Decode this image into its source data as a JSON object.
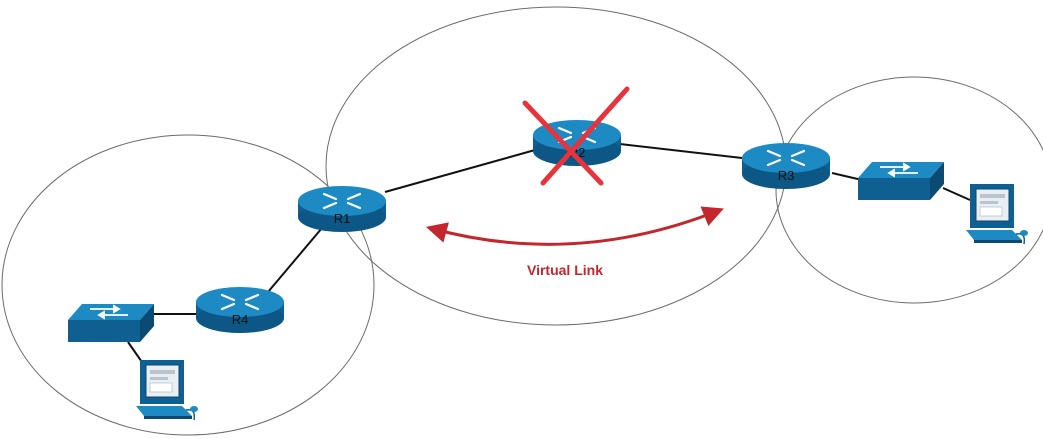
{
  "colors": {
    "device_top": "#1d8ac4",
    "device_side": "#0f5f91",
    "device_dark": "#0b4a72",
    "link": "#111111",
    "area_outline": "#6b6b6b",
    "virtual_link": "#c4262e",
    "failure_x": "#e8323c"
  },
  "routers": [
    {
      "id": "r1",
      "label": "R1",
      "icon": "router-icon"
    },
    {
      "id": "r2",
      "label": "R2",
      "icon": "router-icon",
      "status": "failed"
    },
    {
      "id": "r3",
      "label": "R3",
      "icon": "router-icon"
    },
    {
      "id": "r4",
      "label": "R4",
      "icon": "router-icon"
    }
  ],
  "switches": [
    {
      "id": "sw-left",
      "icon": "switch-icon"
    },
    {
      "id": "sw-right",
      "icon": "switch-icon"
    }
  ],
  "hosts": [
    {
      "id": "pc-left",
      "icon": "computer-icon"
    },
    {
      "id": "pc-right",
      "icon": "computer-icon"
    }
  ],
  "virtual_link": {
    "label": "Virtual Link",
    "endpoints": [
      "R1",
      "R3"
    ]
  },
  "links": [
    [
      "r1",
      "r2"
    ],
    [
      "r2",
      "r3"
    ],
    [
      "r1",
      "r4"
    ],
    [
      "r4",
      "sw-left"
    ],
    [
      "sw-left",
      "pc-left"
    ],
    [
      "r3",
      "sw-right"
    ],
    [
      "sw-right",
      "pc-right"
    ]
  ]
}
